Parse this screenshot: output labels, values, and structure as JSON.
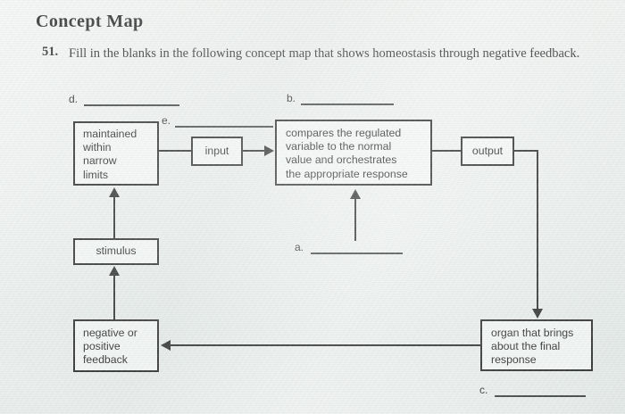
{
  "header": {
    "title": "Concept Map",
    "question_number": "51.",
    "question_text": "Fill in the blanks in the following concept map that shows homeostasis through negative feedback."
  },
  "diagram": {
    "boxes": {
      "regulated_variable": {
        "lines": [
          "maintained",
          "within",
          "narrow",
          "limits"
        ]
      },
      "input": {
        "label": "input"
      },
      "control_center": {
        "lines": [
          "compares the regulated",
          "variable to the normal",
          "value and orchestrates",
          "the appropriate response"
        ]
      },
      "output": {
        "label": "output"
      },
      "effector": {
        "lines": [
          "organ that brings",
          "about the final",
          "response"
        ]
      },
      "stimulus": {
        "label": "stimulus"
      },
      "feedback": {
        "lines": [
          "negative or",
          "positive",
          "feedback"
        ]
      }
    },
    "blanks": [
      {
        "letter": "d."
      },
      {
        "letter": "e."
      },
      {
        "letter": "b."
      },
      {
        "letter": "a."
      },
      {
        "letter": "c."
      }
    ]
  },
  "colors": {
    "ink": "#121212",
    "paper": "#e6eae8"
  }
}
